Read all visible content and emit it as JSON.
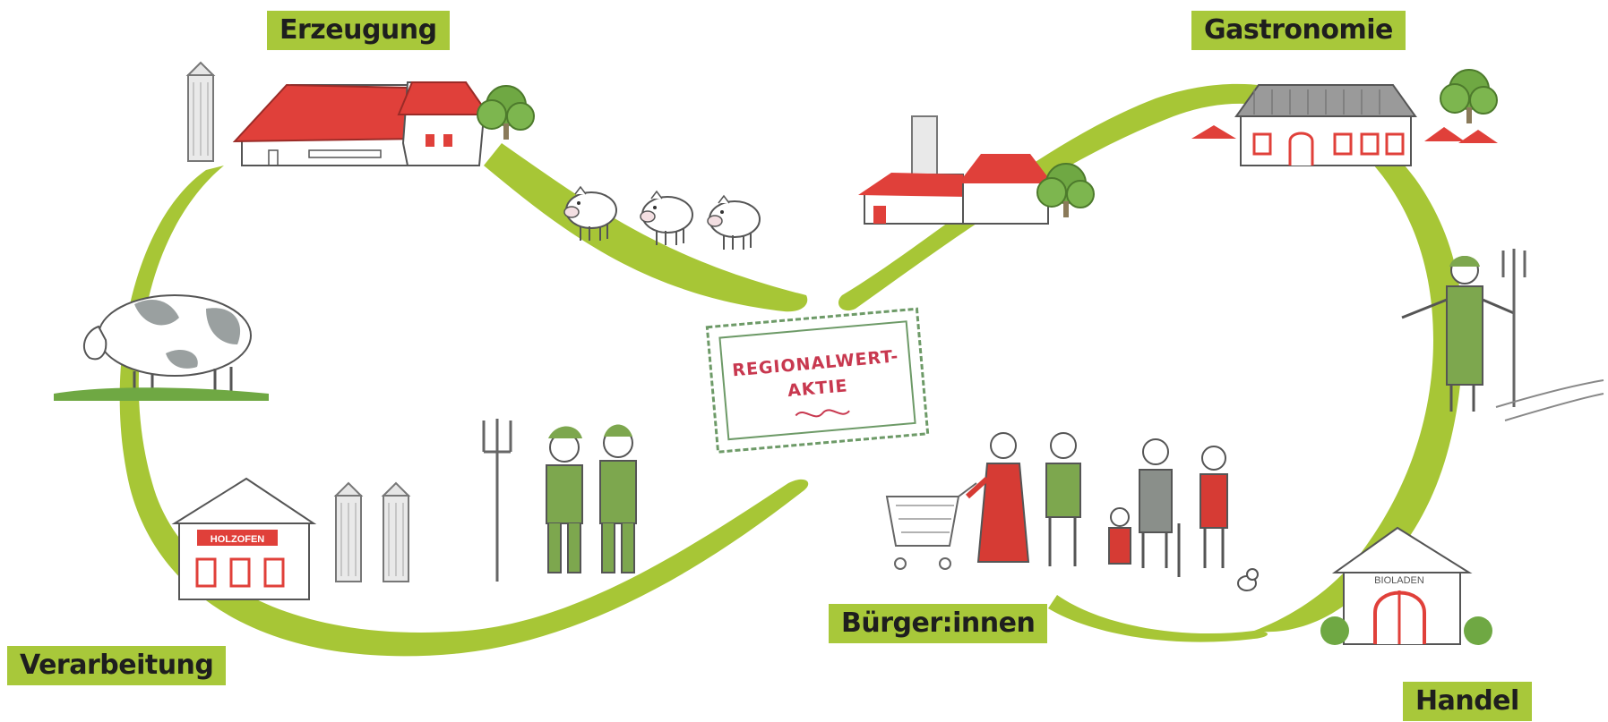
{
  "colors": {
    "loop": "#a7c636",
    "label_bg": "#a8c83a",
    "roof_red": "#e0403a",
    "person_green": "#7da74e",
    "person_red": "#d63b34",
    "ink": "#555555",
    "stamp_green": "#6d9a67",
    "stamp_red": "#c8384f"
  },
  "labels": {
    "production": "Erzeugung",
    "gastronomy": "Gastronomie",
    "processing": "Verarbeitung",
    "citizens": "Bürger:innen",
    "trade": "Handel"
  },
  "stamp": {
    "line1": "REGIONALWERT-",
    "line2": "AKTIE"
  },
  "signs": {
    "processing_sign": "HOLZOFEN",
    "shop_sign": "BIOLADEN"
  },
  "icons": [
    "farmhouse-icon",
    "silo-icon",
    "pig-icon",
    "cow-icon",
    "bakery-icon",
    "farmer-icon",
    "restaurant-icon",
    "gardener-icon",
    "shop-icon",
    "shopping-cart-icon",
    "family-icon",
    "cat-icon",
    "tree-icon"
  ]
}
